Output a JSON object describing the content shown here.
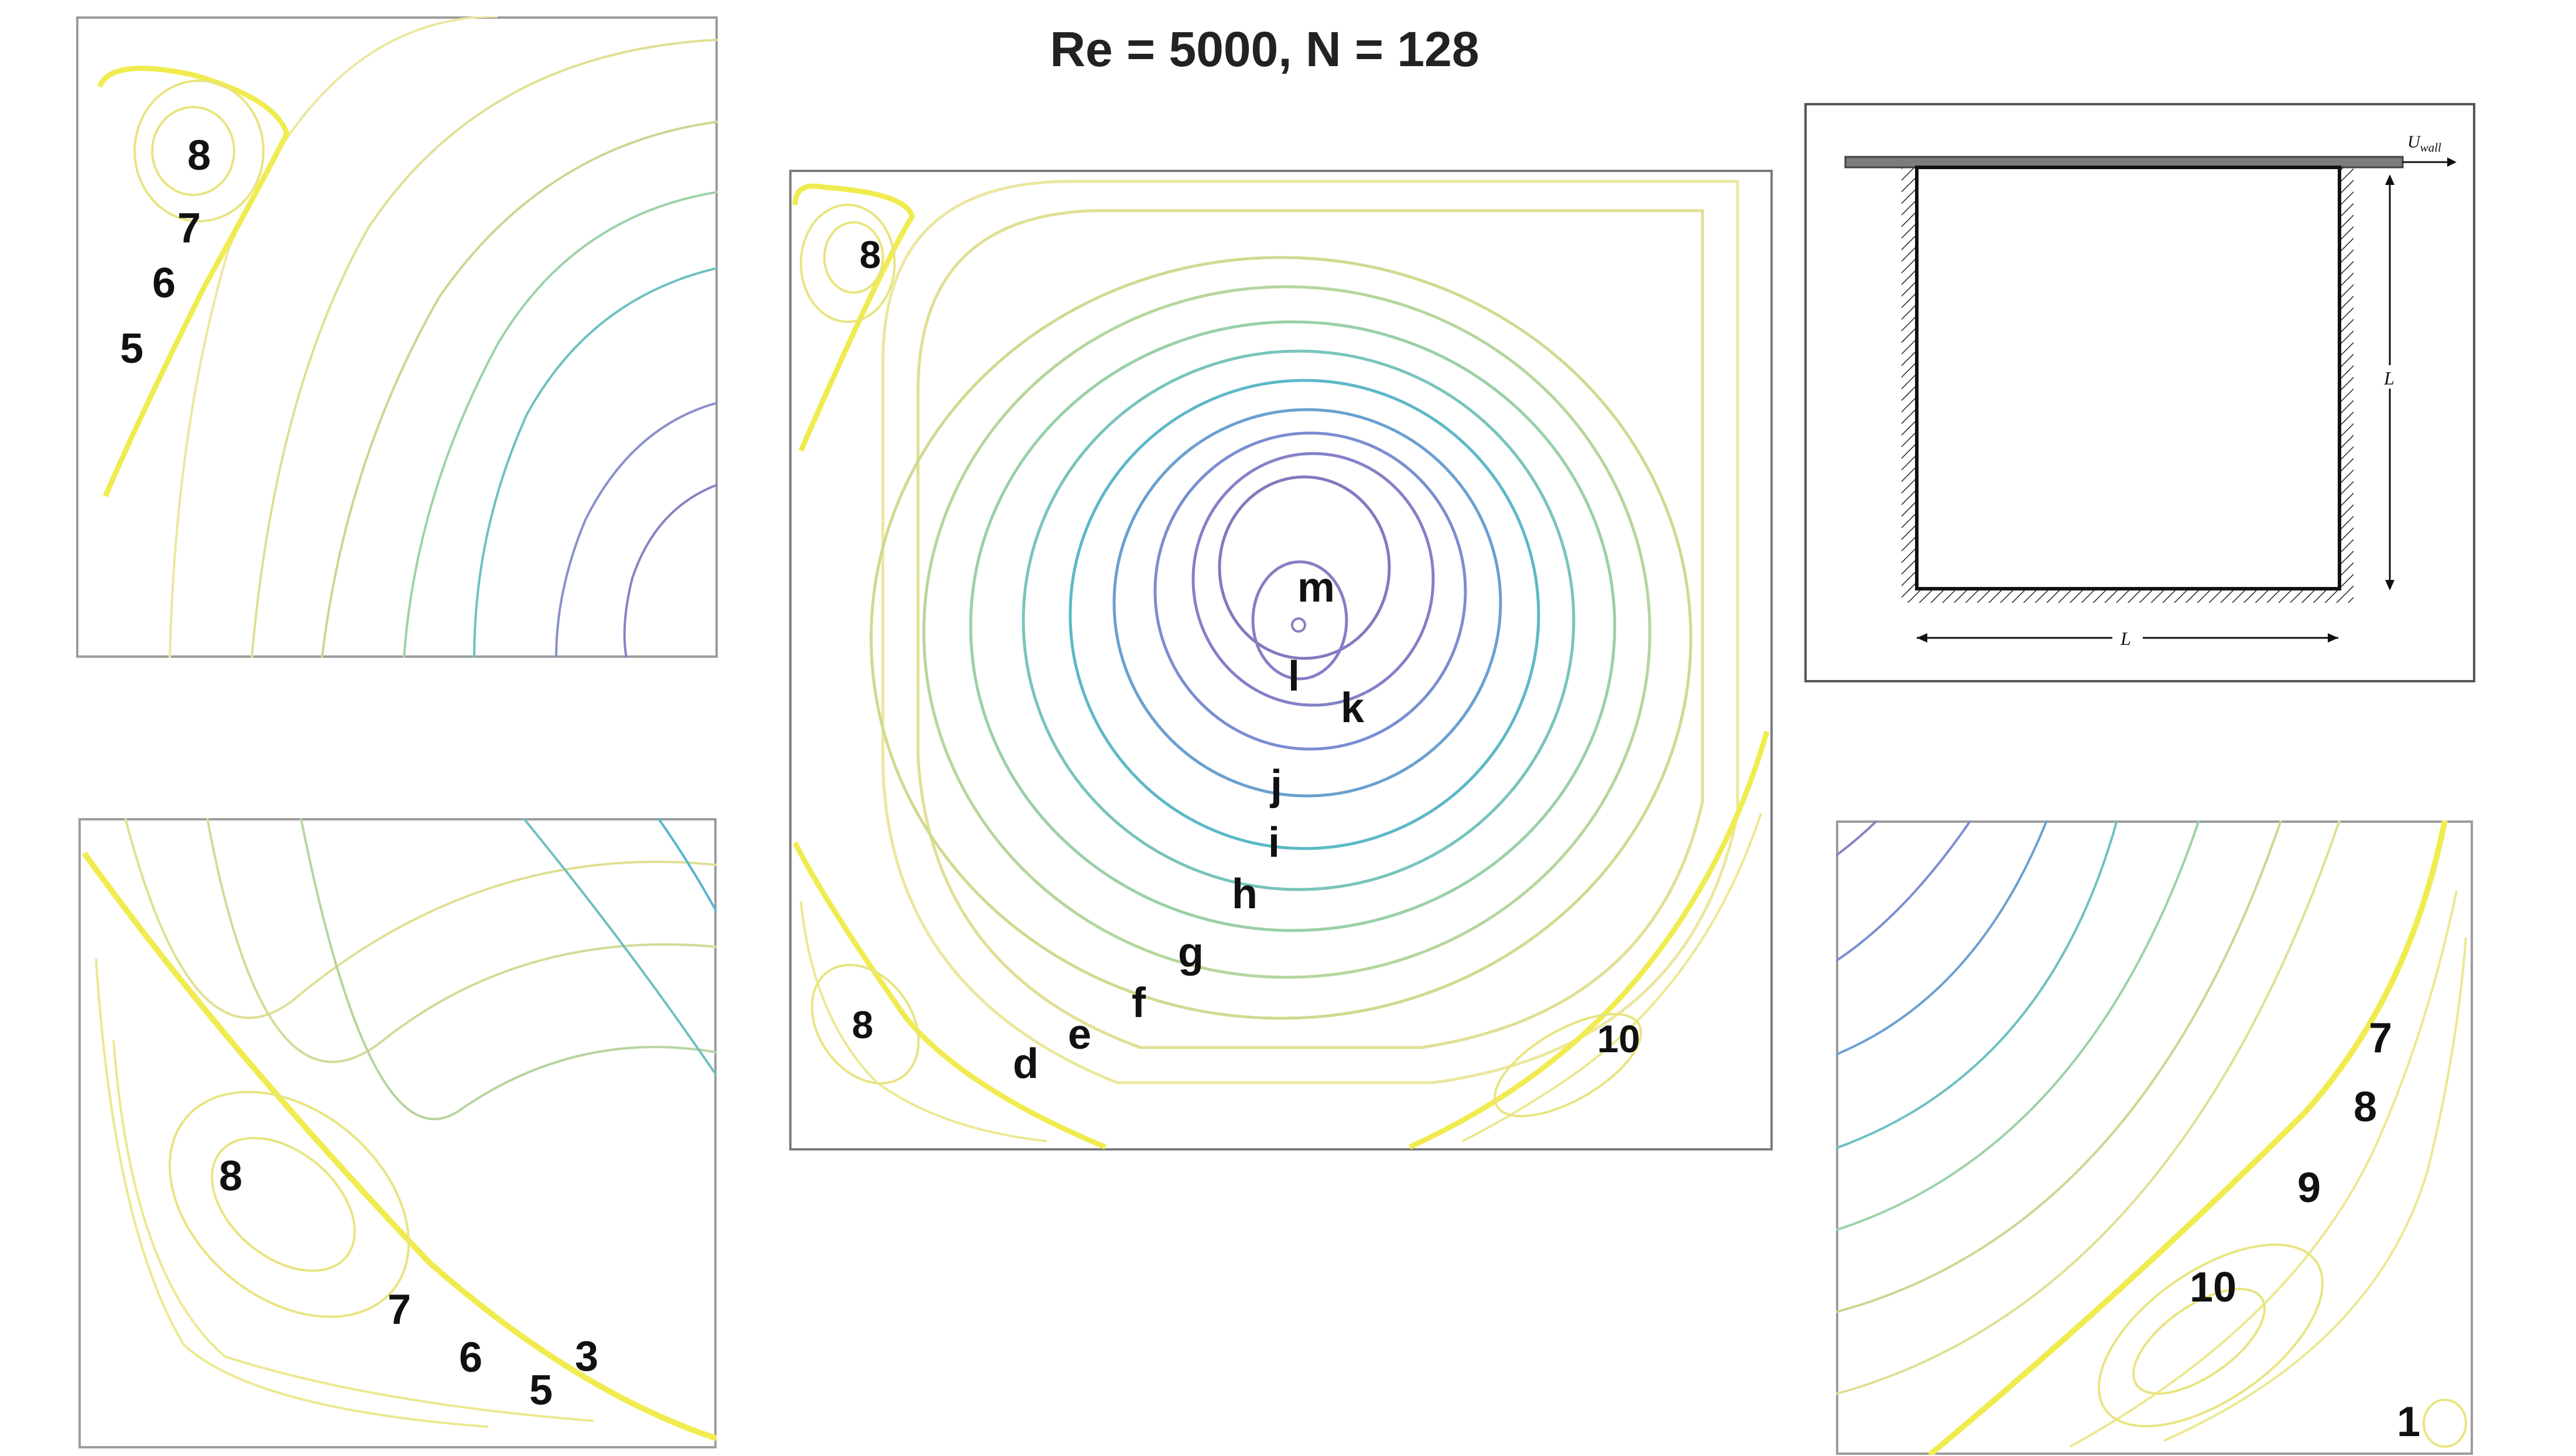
{
  "title": "Re = 5000, N = 128",
  "main": {
    "level_labels": [
      "d",
      "e",
      "f",
      "g",
      "h",
      "i",
      "j",
      "k",
      "l",
      "m"
    ],
    "corner_labels": {
      "top_left": "8",
      "bottom_left": "8",
      "bottom_right": "10"
    }
  },
  "inset_top_left": {
    "labels": [
      "8",
      "7",
      "6",
      "5"
    ]
  },
  "inset_bottom_left": {
    "labels": [
      "8",
      "7",
      "6",
      "5",
      "3"
    ]
  },
  "inset_bottom_right": {
    "labels": [
      "7",
      "8",
      "9",
      "10",
      "1"
    ]
  },
  "schematic": {
    "wall_velocity_label": "U",
    "wall_velocity_subscript": "wall",
    "length_label": "L"
  },
  "colors": {
    "core": "#8478c0",
    "mid_blue": "#6f8fd0",
    "teal": "#5cb8c8",
    "green": "#9cd2a8",
    "olive": "#c8d890",
    "pale_yellow": "#e6e49a",
    "bright_yellow": "#f0ec50",
    "frame": "#7c7c7c"
  }
}
